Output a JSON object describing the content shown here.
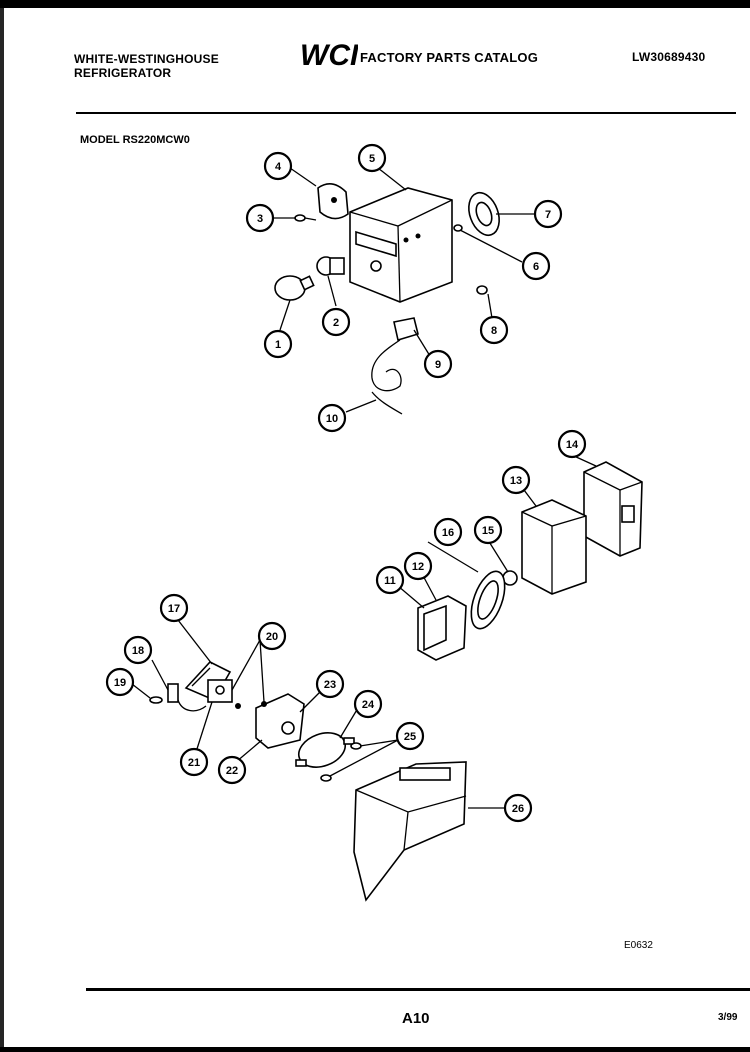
{
  "header": {
    "brand_line1": "WHITE-WESTINGHOUSE",
    "brand_line2": "REFRIGERATOR",
    "logo": "WCI",
    "catalog_title": "FACTORY PARTS CATALOG",
    "catalog_number": "LW30689430"
  },
  "model_label": "MODEL RS220MCW0",
  "callouts": [
    "1",
    "2",
    "3",
    "4",
    "5",
    "6",
    "7",
    "8",
    "9",
    "10",
    "11",
    "12",
    "13",
    "14",
    "15",
    "16",
    "17",
    "18",
    "19",
    "20",
    "21",
    "22",
    "23",
    "24",
    "25",
    "26"
  ],
  "drawing_code": "E0632",
  "footer": {
    "page": "A10",
    "date": "3/99"
  }
}
